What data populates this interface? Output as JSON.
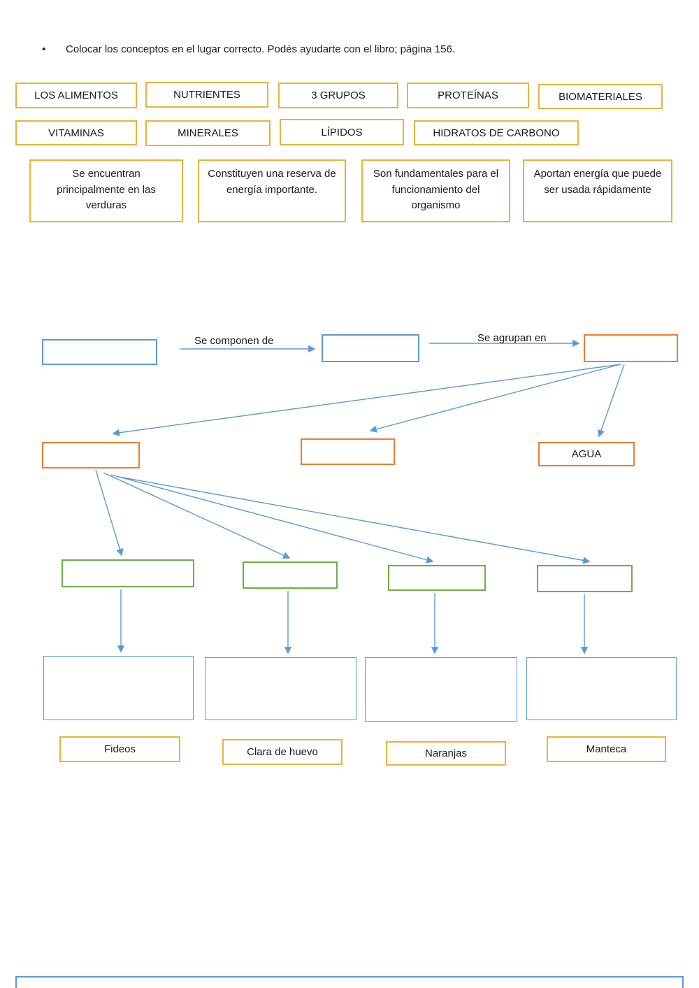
{
  "instruction": "Colocar los conceptos en el lugar correcto. Podés ayudarte con el libro; página 156.",
  "word_bank_row1": [
    "LOS ALIMENTOS",
    "NUTRIENTES",
    "3 GRUPOS",
    "PROTEÍNAS",
    "BIOMATERIALES"
  ],
  "word_bank_row2": [
    "VITAMINAS",
    "MINERALES",
    "LÍPIDOS",
    "HIDRATOS DE CARBONO"
  ],
  "descriptions": [
    "Se encuentran principalmente en las verduras",
    "Constituyen una reserva de energía importante.",
    "Son fundamentales para el funcionamiento del organismo",
    "Aportan energía que puede ser usada rápidamente"
  ],
  "diagram": {
    "label_componen": "Se componen de",
    "label_agrupan": "Se agrupan en",
    "agua": "AGUA",
    "foods": [
      "Fideos",
      "Clara de huevo",
      "Naranjas",
      "Manteca"
    ]
  },
  "colors": {
    "yellow_border": "#E8B33C",
    "blue_border": "#5B9BD5",
    "orange_border": "#ED7D31",
    "green_border": "#70AD47",
    "arrow": "#5B9BD5",
    "text": "#1a1a1a"
  }
}
